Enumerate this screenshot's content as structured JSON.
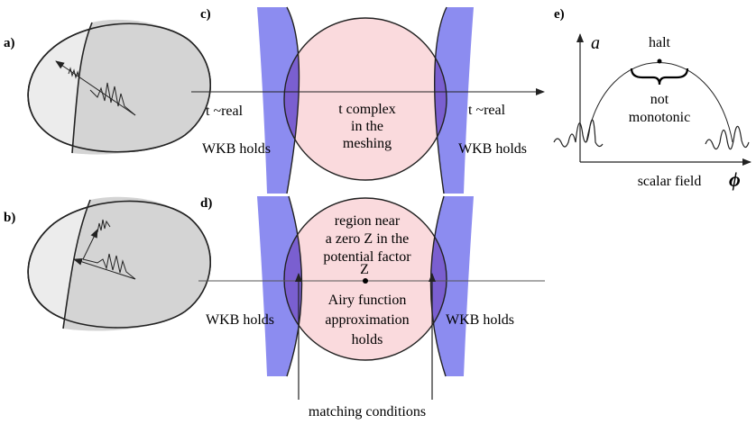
{
  "panels": {
    "a": {
      "label": "a)"
    },
    "b": {
      "label": "b)"
    },
    "c": {
      "label": "c)",
      "left_region": "t ~real",
      "center_region": [
        "t complex",
        "in the",
        "meshing"
      ],
      "right_region": "t ~real",
      "left_wkb": "WKB holds",
      "right_wkb": "WKB holds"
    },
    "d": {
      "label": "d)",
      "region_text": [
        "region near",
        "a zero Z in the",
        "potential factor"
      ],
      "zero_label": "Z",
      "airy_text": [
        "Airy function",
        "approximation",
        "holds"
      ],
      "left_wkb": "WKB holds",
      "right_wkb": "WKB holds",
      "matching": "matching conditions"
    },
    "e": {
      "label": "e)",
      "y_axis": "a",
      "halt": "halt",
      "not_monotonic": [
        "not",
        "monotonic"
      ],
      "x_axis_text": "scalar field",
      "x_axis_symbol": "ϕ"
    }
  },
  "colors": {
    "wkb_region": "#8c8cf0",
    "overlap_region": "#7a5fd0",
    "central_disk": "#fadadd",
    "egg_light": "#ececec",
    "egg_dark": "#d2d2d2",
    "line": "#222222"
  }
}
